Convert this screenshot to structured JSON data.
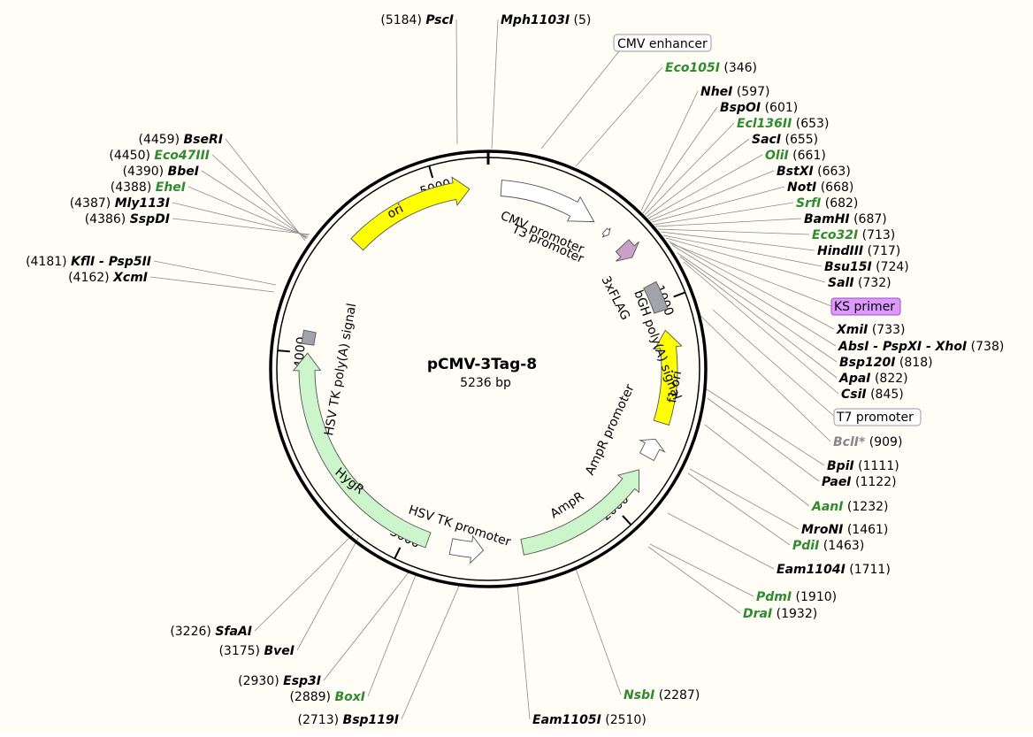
{
  "map": {
    "name": "pCMV-3Tag-8",
    "size_label": "5236 bp",
    "length": 5236,
    "tick_labels": [
      "1000",
      "2000",
      "3000",
      "4000",
      "5000"
    ],
    "colors": {
      "background": "#fffdf6",
      "backbone": "#000000",
      "enzyme_black": "#000000",
      "enzyme_green": "#2e8b2e",
      "enzyme_gray": "#888888",
      "ori": "#ffff00",
      "f1_ori": "#ffff00",
      "marker": "#ccf5cc",
      "promoter": "#ffffff",
      "polyA": "#a0a4a8",
      "tag": "#c8a0c8",
      "primer_box": "#dd99ff"
    }
  },
  "features": [
    {
      "name": "CMV promoter",
      "kind": "promoter"
    },
    {
      "name": "T3 promoter",
      "kind": "promoter"
    },
    {
      "name": "3xFLAG",
      "kind": "tag"
    },
    {
      "name": "bGH poly(A) signal",
      "kind": "polyA"
    },
    {
      "name": "f1 ori",
      "kind": "ori"
    },
    {
      "name": "AmpR promoter",
      "kind": "promoter"
    },
    {
      "name": "AmpR",
      "kind": "marker"
    },
    {
      "name": "HSV TK promoter",
      "kind": "promoter"
    },
    {
      "name": "HygR",
      "kind": "marker"
    },
    {
      "name": "HSV TK poly(A) signal",
      "kind": "polyA"
    },
    {
      "name": "ori",
      "kind": "ori"
    }
  ],
  "boxed_labels": [
    {
      "text": "CMV enhancer",
      "style": "plain"
    },
    {
      "text": "KS primer",
      "style": "purple"
    },
    {
      "text": "T7 promoter",
      "style": "plain"
    }
  ],
  "sites": [
    {
      "name": "PscI",
      "pos": "(5184)",
      "color": "black"
    },
    {
      "name": "Mph1103I",
      "pos": "(5)",
      "color": "black"
    },
    {
      "name": "Eco105I",
      "pos": "(346)",
      "color": "green"
    },
    {
      "name": "NheI",
      "pos": "(597)",
      "color": "black"
    },
    {
      "name": "BspOI",
      "pos": "(601)",
      "color": "black"
    },
    {
      "name": "Ecl136II",
      "pos": "(653)",
      "color": "green"
    },
    {
      "name": "SacI",
      "pos": "(655)",
      "color": "black"
    },
    {
      "name": "OliI",
      "pos": "(661)",
      "color": "green"
    },
    {
      "name": "BstXI",
      "pos": "(663)",
      "color": "black"
    },
    {
      "name": "NotI",
      "pos": "(668)",
      "color": "black"
    },
    {
      "name": "SrfI",
      "pos": "(682)",
      "color": "green"
    },
    {
      "name": "BamHI",
      "pos": "(687)",
      "color": "black"
    },
    {
      "name": "Eco32I",
      "pos": "(713)",
      "color": "green"
    },
    {
      "name": "HindIII",
      "pos": "(717)",
      "color": "black"
    },
    {
      "name": "Bsu15I",
      "pos": "(724)",
      "color": "black"
    },
    {
      "name": "SalI",
      "pos": "(732)",
      "color": "black"
    },
    {
      "name": "XmiI",
      "pos": "(733)",
      "color": "black"
    },
    {
      "name": "AbsI - PspXI - XhoI",
      "pos": "(738)",
      "color": "black"
    },
    {
      "name": "Bsp120I",
      "pos": "(818)",
      "color": "black"
    },
    {
      "name": "ApaI",
      "pos": "(822)",
      "color": "black"
    },
    {
      "name": "CsiI",
      "pos": "(845)",
      "color": "black"
    },
    {
      "name": "BclI*",
      "pos": "(909)",
      "color": "gray"
    },
    {
      "name": "BpiI",
      "pos": "(1111)",
      "color": "black"
    },
    {
      "name": "PaeI",
      "pos": "(1122)",
      "color": "black"
    },
    {
      "name": "AanI",
      "pos": "(1232)",
      "color": "green"
    },
    {
      "name": "MroNI",
      "pos": "(1461)",
      "color": "black"
    },
    {
      "name": "PdiI",
      "pos": "(1463)",
      "color": "green"
    },
    {
      "name": "Eam1104I",
      "pos": "(1711)",
      "color": "black"
    },
    {
      "name": "PdmI",
      "pos": "(1910)",
      "color": "green"
    },
    {
      "name": "DraI",
      "pos": "(1932)",
      "color": "green"
    },
    {
      "name": "NsbI",
      "pos": "(2287)",
      "color": "green"
    },
    {
      "name": "Eam1105I",
      "pos": "(2510)",
      "color": "black"
    },
    {
      "name": "Bsp119I",
      "pos": "(2713)",
      "color": "black"
    },
    {
      "name": "BoxI",
      "pos": "(2889)",
      "color": "green"
    },
    {
      "name": "Esp3I",
      "pos": "(2930)",
      "color": "black"
    },
    {
      "name": "BveI",
      "pos": "(3175)",
      "color": "black"
    },
    {
      "name": "SfaAI",
      "pos": "(3226)",
      "color": "black"
    },
    {
      "name": "XcmI",
      "pos": "(4162)",
      "color": "black"
    },
    {
      "name": "KflI - Psp5II",
      "pos": "(4181)",
      "color": "black"
    },
    {
      "name": "SspDI",
      "pos": "(4386)",
      "color": "black"
    },
    {
      "name": "Mly113I",
      "pos": "(4387)",
      "color": "black"
    },
    {
      "name": "EheI",
      "pos": "(4388)",
      "color": "green"
    },
    {
      "name": "BbeI",
      "pos": "(4390)",
      "color": "black"
    },
    {
      "name": "Eco47III",
      "pos": "(4450)",
      "color": "green"
    },
    {
      "name": "BseRI",
      "pos": "(4459)",
      "color": "black"
    }
  ]
}
